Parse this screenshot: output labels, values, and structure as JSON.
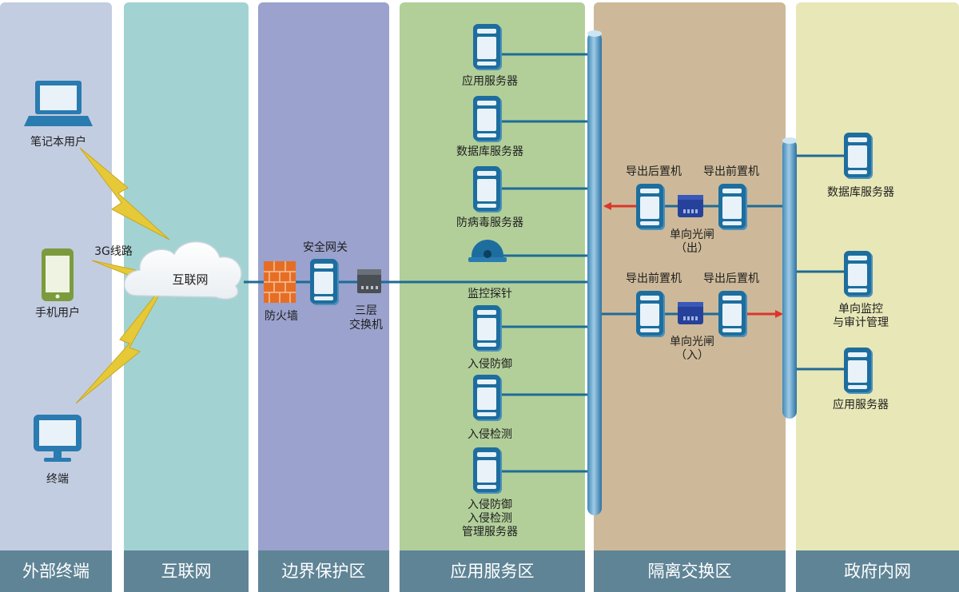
{
  "colors": {
    "zone_outside": "#c3cde1",
    "zone_internet": "#a2d3d2",
    "zone_border": "#9aa2cd",
    "zone_app": "#b2cf9a",
    "zone_isolation": "#cdb999",
    "zone_gov": "#e8e7b7",
    "footer_bar": "#5f8496",
    "line": "#1f6b96",
    "device_blue": "#1d6e9e",
    "lightning": "#e6c937",
    "arrow_red": "#d9372c",
    "icon_dark": "#2a7bb0"
  },
  "zones": [
    {
      "id": "outside",
      "label": "外部终端"
    },
    {
      "id": "internet",
      "label": "互联网"
    },
    {
      "id": "border",
      "label": "边界保护区"
    },
    {
      "id": "app",
      "label": "应用服务区"
    },
    {
      "id": "isolation",
      "label": "隔离交换区"
    },
    {
      "id": "gov",
      "label": "政府内网"
    }
  ],
  "outside": {
    "laptop": "笔记本用户",
    "phone": "手机用户",
    "terminal": "终端",
    "link_label": "3G线路"
  },
  "internet": {
    "cloud": "互联网"
  },
  "border": {
    "firewall": "防火墙",
    "gateway": "安全网关",
    "switch_line1": "三层",
    "switch_line2": "交换机"
  },
  "app": {
    "servers": [
      {
        "label": "应用服务器"
      },
      {
        "label": "数据库服务器"
      },
      {
        "label": "防病毒服务器"
      },
      {
        "label": "监控探针"
      },
      {
        "label": "入侵防御"
      },
      {
        "label": "入侵检测"
      },
      {
        "label_lines": [
          "入侵防御",
          "入侵检测",
          "管理服务器"
        ]
      }
    ]
  },
  "isolation": {
    "top": {
      "left_label": "导出后置机",
      "right_label": "导出前置机",
      "gate_line1": "单向光闸",
      "gate_line2": "（出）"
    },
    "bottom": {
      "left_label": "导出前置机",
      "right_label": "导出后置机",
      "gate_line1": "单向光闸",
      "gate_line2": "（入）"
    }
  },
  "gov": {
    "db": "数据库服务器",
    "audit_line1": "单向监控",
    "audit_line2": "与审计管理",
    "app": "应用服务器"
  },
  "icons": {
    "laptop": "laptop-icon",
    "phone": "phone-icon",
    "terminal": "monitor-icon",
    "cloud": "cloud-icon",
    "firewall": "brick-wall-icon",
    "server": "server-icon",
    "switch": "switch-icon",
    "camera": "dome-camera-icon",
    "gate": "optical-gate-icon",
    "lightning": "lightning-icon"
  }
}
